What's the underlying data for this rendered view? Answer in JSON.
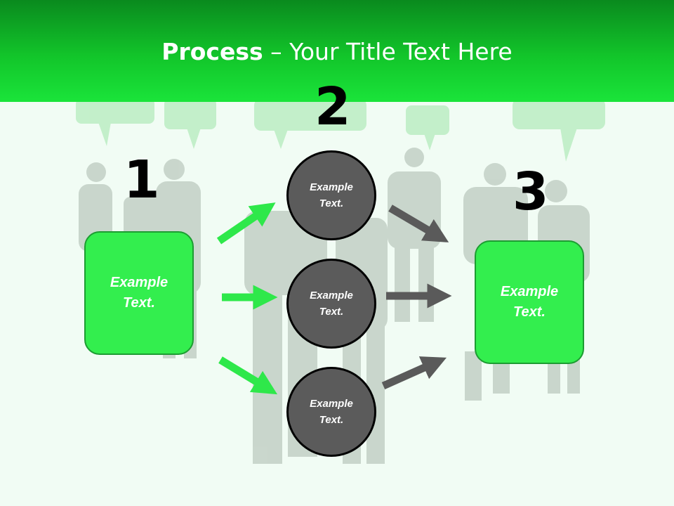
{
  "title": {
    "bold": "Process",
    "rest": " – Your Title Text Here"
  },
  "steps": {
    "one": "1",
    "two": "2",
    "three": "3"
  },
  "left_box": {
    "line1": "Example",
    "line2": "Text."
  },
  "right_box": {
    "line1": "Example",
    "line2": "Text."
  },
  "circles": [
    {
      "line1": "Example",
      "line2": "Text."
    },
    {
      "line1": "Example",
      "line2": "Text."
    },
    {
      "line1": "Example",
      "line2": "Text."
    }
  ],
  "colors": {
    "header": "#12c52a",
    "box_fill": "#33ee4e",
    "circle_fill": "#5b5b5b",
    "green_arrow": "#2ee84a",
    "gray_arrow": "#5a5a5a"
  }
}
